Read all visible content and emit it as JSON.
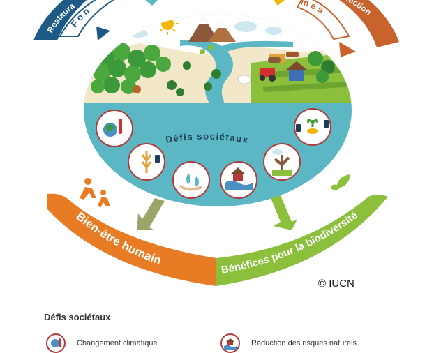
{
  "diagram": {
    "arc_left_outer_label": "Restaura",
    "arc_left_inner_label": "F o n",
    "arc_right_inner_label": "m e s",
    "arc_right_outer_label": "otection",
    "center_label": "Défis sociétaux",
    "bottom_left_label": "Bien-être humain",
    "bottom_right_label": "Bénéfices pour la biodiversité",
    "colors": {
      "navy": "#1d5a86",
      "orange": "#e87c25",
      "rust": "#c9632d",
      "green": "#8bbf3c",
      "water": "#5bb7c4",
      "circle_border": "#b23a3a"
    }
  },
  "copyright": "© IUCN",
  "legend": {
    "title": "Défis sociétaux",
    "items": [
      {
        "label": "Changement climatique",
        "icon": "globe-thermometer-icon"
      },
      {
        "label": "Réduction des risques naturels",
        "icon": "house-flood-icon"
      }
    ]
  }
}
